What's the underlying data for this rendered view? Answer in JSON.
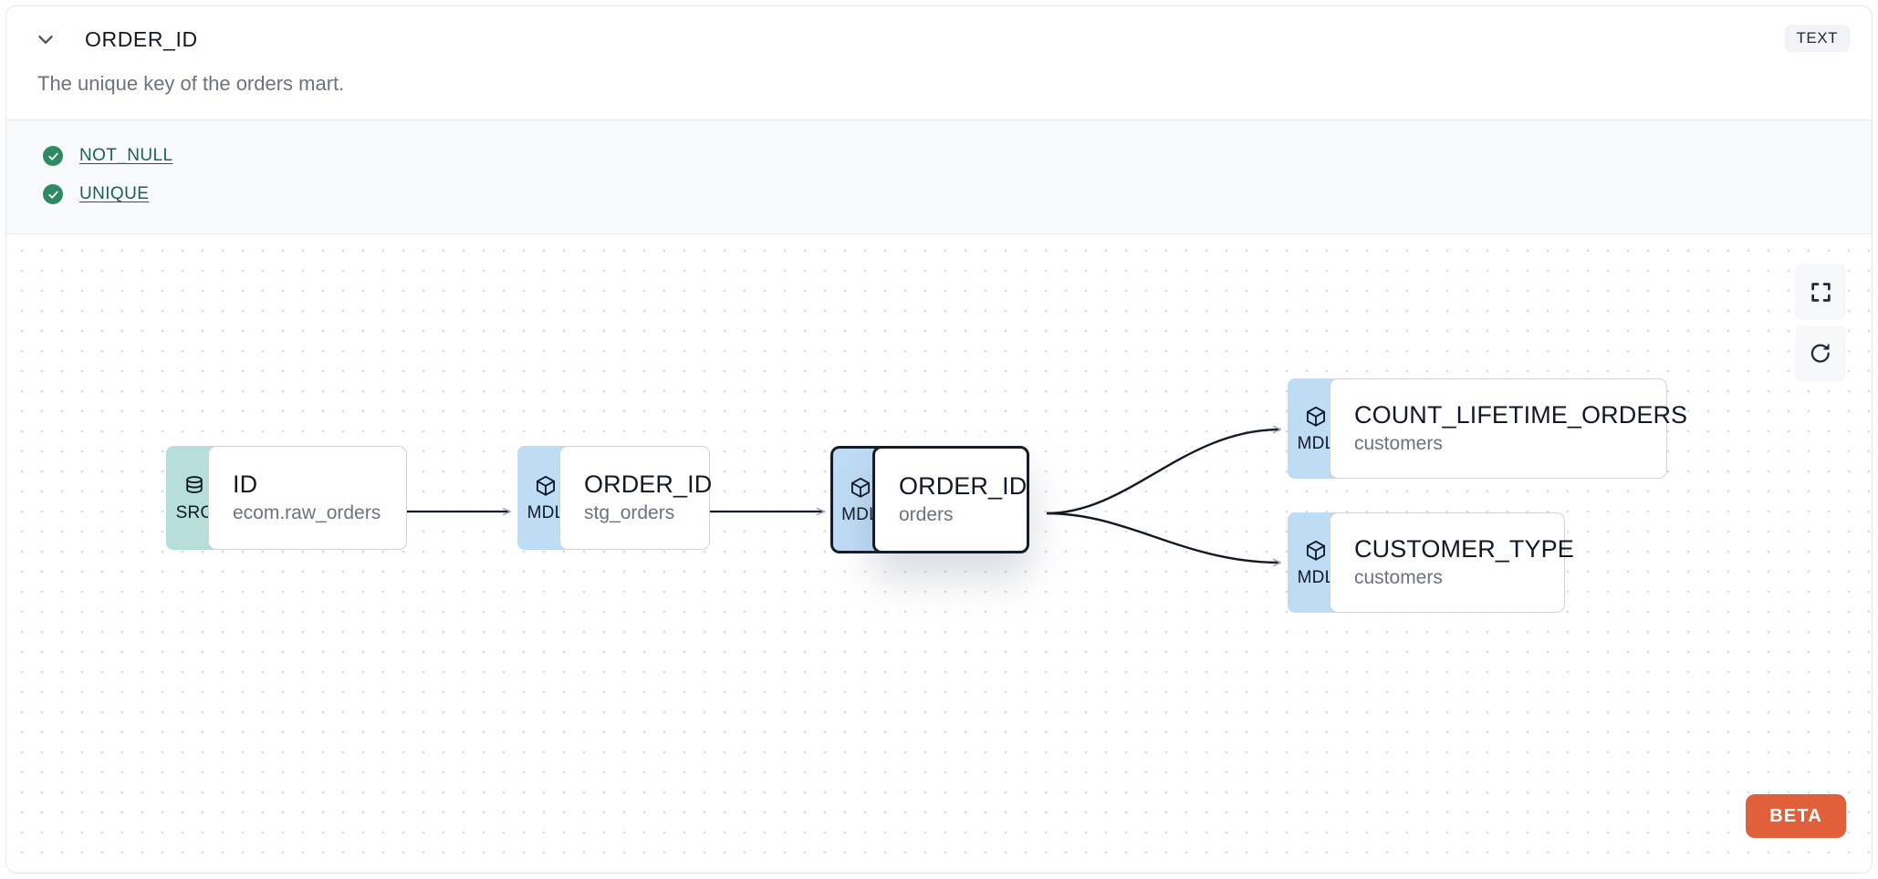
{
  "header": {
    "collapse_icon": "chevron-down-icon",
    "column_name": "ORDER_ID",
    "type_badge": "TEXT"
  },
  "description": "The unique key of the orders mart.",
  "tests": {
    "status_icon": "check-circle-icon",
    "items": [
      {
        "label": "NOT_NULL",
        "status": "passed"
      },
      {
        "label": "UNIQUE",
        "status": "passed"
      }
    ]
  },
  "lineage": {
    "nodes": [
      {
        "id": "src",
        "kind": "SRC",
        "kind_icon": "database-icon",
        "name": "ID",
        "model": "ecom.raw_orders",
        "selected": false
      },
      {
        "id": "stg",
        "kind": "MDL",
        "kind_icon": "cube-icon",
        "name": "ORDER_ID",
        "model": "stg_orders",
        "selected": false
      },
      {
        "id": "sel",
        "kind": "MDL",
        "kind_icon": "cube-icon",
        "name": "ORDER_ID",
        "model": "orders",
        "selected": true
      },
      {
        "id": "count",
        "kind": "MDL",
        "kind_icon": "cube-icon",
        "name": "COUNT_LIFETIME_ORDERS",
        "model": "customers",
        "selected": false
      },
      {
        "id": "ctype",
        "kind": "MDL",
        "kind_icon": "cube-icon",
        "name": "CUSTOMER_TYPE",
        "model": "customers",
        "selected": false
      }
    ],
    "edges": [
      {
        "from": "src",
        "to": "stg"
      },
      {
        "from": "stg",
        "to": "sel"
      },
      {
        "from": "sel",
        "to": "count"
      },
      {
        "from": "sel",
        "to": "ctype"
      }
    ]
  },
  "controls": {
    "fit_view": "fullscreen-expand-icon",
    "reload": "refresh-icon"
  },
  "beta_badge": "BETA",
  "colors": {
    "src_badge": "#b7ded9",
    "mdl_badge": "#bfdcf5",
    "test_pass": "#2e8b61",
    "test_link": "#1c5f59",
    "beta": "#e0603c",
    "selected_border": "#151c2c"
  }
}
